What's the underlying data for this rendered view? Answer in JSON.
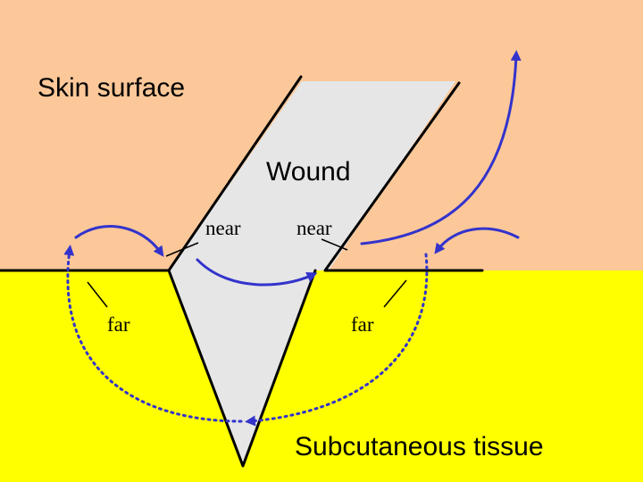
{
  "labels": {
    "skin_surface": "Skin surface",
    "wound": "Wound",
    "near_left": "near",
    "near_right": "near",
    "far_left": "far",
    "far_right": "far",
    "subcutaneous": "Subcutaneous tissue"
  },
  "colors": {
    "skin": "#FCC899",
    "tissue": "#FFFF00",
    "wound_fill": "#E6E6E6",
    "outline": "#000000",
    "arrow": "#3333CC"
  }
}
